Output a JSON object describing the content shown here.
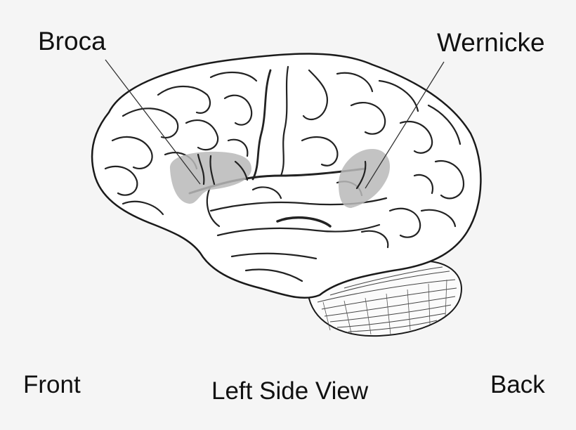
{
  "labels": {
    "broca": "Broca",
    "wernicke": "Wernicke",
    "front": "Front",
    "view_title": "Left Side View",
    "back": "Back"
  },
  "colors": {
    "background": "#f5f5f5",
    "brain_fill": "#ffffff",
    "outline": "#1a1a1a",
    "highlight_region": "#b8b8b8",
    "text": "#111111"
  }
}
